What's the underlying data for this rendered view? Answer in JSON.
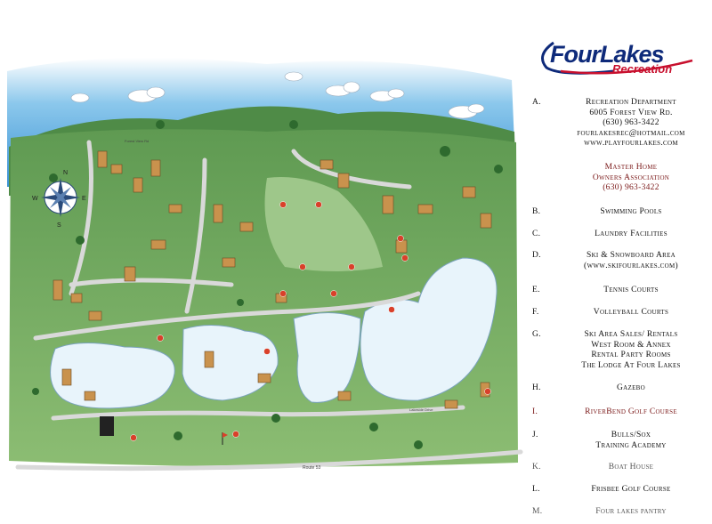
{
  "brand": {
    "name": "FourLakes",
    "sub": "Recreation"
  },
  "map": {
    "road_labels": [
      "Route 53",
      "Lakeside Drive",
      "Forest View Rd"
    ],
    "compass": [
      "N",
      "S",
      "E",
      "W"
    ],
    "colors": {
      "grass": "#7bb069",
      "grass_dark": "#4e8a4a",
      "water": "#e6f3fa",
      "sky": "#3b9ad8",
      "road": "#dcdcdc"
    }
  },
  "legend": [
    {
      "letter": "A.",
      "lines": [
        "Recreation Department",
        "6005 Forest View Rd.",
        "(630) 963-3422",
        "fourlakesrec@hotmail.com",
        "www.playfourlakes.com"
      ]
    },
    {
      "letter": "",
      "lines": [
        "Master Home",
        "Owners Association",
        "(630) 963-3422"
      ],
      "style": "maroon"
    },
    {
      "letter": "B.",
      "lines": [
        "Swimming Pools"
      ]
    },
    {
      "letter": "C.",
      "lines": [
        "Laundry Facilities"
      ]
    },
    {
      "letter": "D.",
      "lines": [
        "Ski & Snowboard Area",
        "(www.skifourlakes.com)"
      ]
    },
    {
      "letter": "E.",
      "lines": [
        "Tennis Courts"
      ]
    },
    {
      "letter": "F.",
      "lines": [
        "Volleyball Courts"
      ]
    },
    {
      "letter": "G.",
      "lines": [
        "Ski Area Sales/ Rentals",
        "West Room & Annex",
        "Rental Party Rooms",
        "The Lodge At Four Lakes"
      ]
    },
    {
      "letter": "H.",
      "lines": [
        "Gazebo"
      ]
    },
    {
      "letter": "I.",
      "lines": [
        "RiverBend Golf Course"
      ],
      "style": "maroon"
    },
    {
      "letter": "J.",
      "lines": [
        "Bulls/Sox",
        "Training Academy"
      ]
    },
    {
      "letter": "K.",
      "lines": [
        "Boat House"
      ],
      "style": "faint"
    },
    {
      "letter": "L.",
      "lines": [
        "Frisbee Golf Course"
      ]
    },
    {
      "letter": "M.",
      "lines": [
        "Four lakes pantry"
      ],
      "style": "faint"
    }
  ]
}
